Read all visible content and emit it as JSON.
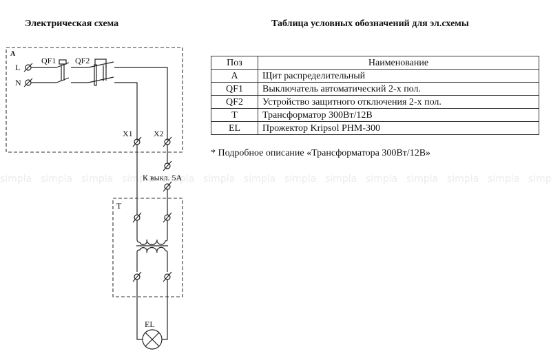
{
  "schema": {
    "title": "Электрическая схема",
    "labels": {
      "panel": "А",
      "line": "L",
      "neutral": "N",
      "breaker": "QF1",
      "rcd": "QF2",
      "terminal_1": "X1",
      "terminal_2": "X2",
      "switch": "К выкл. 5А",
      "transformer": "T",
      "lamp": "EL"
    }
  },
  "legend_table": {
    "title": "Таблица условных обозначений для эл.схемы",
    "headers": [
      "Поз",
      "Наименование"
    ],
    "rows": [
      {
        "pos": "А",
        "name": "Щит распределительный"
      },
      {
        "pos": "QF1",
        "name": "Выключатель автоматический 2-х пол."
      },
      {
        "pos": "QF2",
        "name": "Устройство защитного отключения 2-х пол."
      },
      {
        "pos": "Т",
        "name": "Трансформатор 300Вт/12В"
      },
      {
        "pos": "EL",
        "name": "Прожектор Kripsol PHM-300"
      }
    ]
  },
  "footnote": "* Подробное описание «Трансформатора 300Вт/12В»",
  "watermark": "simpla"
}
